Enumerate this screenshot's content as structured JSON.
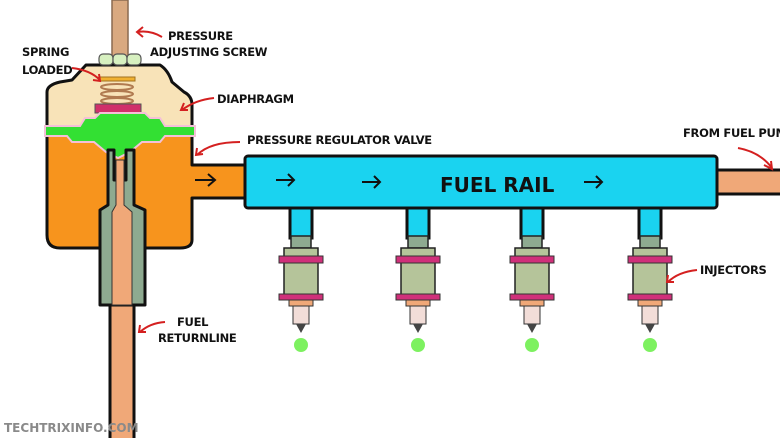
{
  "labels": {
    "pressure_screw_line1": "PRESSURE",
    "pressure_screw_line2": "ADJUSTING SCREW",
    "spring_line1": "SPRING",
    "spring_line2": "LOADED",
    "diaphragm": "DIAPHRAGM",
    "regulator_valve": "PRESSURE REGULATOR VALVE",
    "fuel_rail": "FUEL RAIL",
    "from_pump": "FROM FUEL PUMP",
    "injectors": "INJECTORS",
    "return_line1": "FUEL",
    "return_line2": "RETURNLINE"
  },
  "watermark": "TECHTRIXINFO.COM",
  "colors": {
    "rail": "#1ad3f0",
    "regulator_body": "#f7941d",
    "regulator_cap": "#f8e3b8",
    "diaphragm": "#33e033",
    "pipe": "#f0a878",
    "injector_body": "#b5c49a",
    "injector_band": "#d0307a",
    "spray": "#66ee44",
    "label_arrow": "#d42020"
  },
  "injector_count": 4
}
